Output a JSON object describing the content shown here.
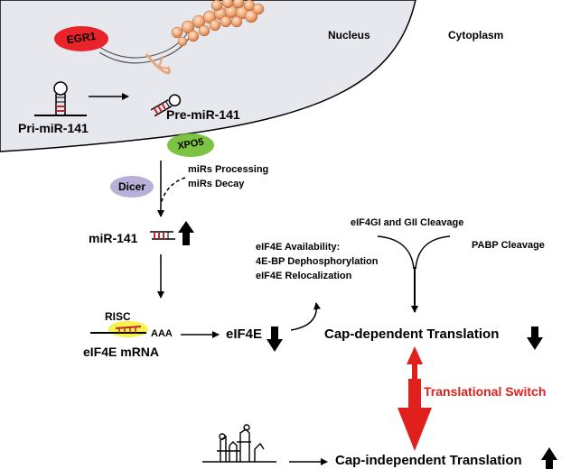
{
  "compartments": {
    "nucleus": "Nucleus",
    "cytoplasm": "Cytoplasm"
  },
  "molecules": {
    "egr1": "EGR1",
    "pri_mir": "Pri-miR-141",
    "pre_mir": "Pre-miR-141",
    "xpo5": "XPO5",
    "dicer": "Dicer",
    "mir141": "miR-141",
    "risc": "RISC",
    "poly_a": "AAA",
    "eif4e_mrna": "eIF4E mRNA",
    "eif4e": "eIF4E"
  },
  "processes": {
    "mirs_processing": "miRs Processing",
    "mirs_decay": "miRs Decay",
    "eif4g_cleavage": "eIF4GI and GII Cleavage",
    "pabp_cleavage": "PABP Cleavage",
    "eif4e_availability": "eIF4E Availability:",
    "dephosphorylation": "4E-BP Dephosphorylation",
    "relocalization": "eIF4E Relocalization",
    "cap_dependent": "Cap-dependent Translation",
    "translational_switch": "Translational Switch",
    "cap_independent": "Cap-independent Translation"
  },
  "colors": {
    "nucleus_fill": "#e6e8ee",
    "egr1": "#e8242a",
    "xpo5": "#7dc242",
    "dicer": "#b8b0d8",
    "risc_highlight": "#f4ef3a",
    "switch_red": "#e0201c",
    "dna": "#e8a77a"
  },
  "icons": {
    "up_arrow": "bold-up-arrow-icon",
    "down_arrow": "bold-down-arrow-icon",
    "switch_arrow": "double-headed-red-arrow-icon"
  }
}
